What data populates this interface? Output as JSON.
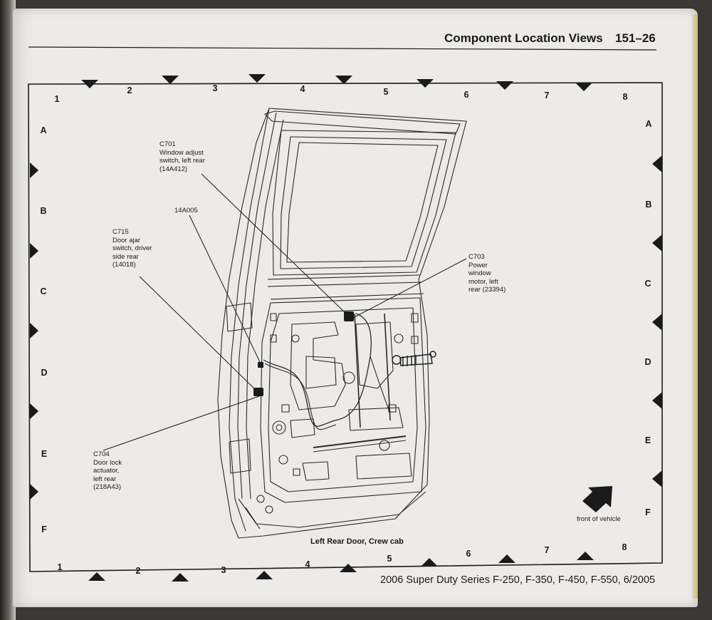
{
  "header": {
    "title": "Component Location Views",
    "page_number": "151–26"
  },
  "footer": {
    "publication": "2006 Super Duty Series F-250, F-350, F-450, F-550, 6/2005"
  },
  "grid": {
    "columns": [
      "1",
      "2",
      "3",
      "4",
      "5",
      "6",
      "7",
      "8"
    ],
    "rows": [
      "A",
      "B",
      "C",
      "D",
      "E",
      "F"
    ]
  },
  "callouts": {
    "c701": {
      "id": "C701",
      "lines": [
        "Window adjust",
        "switch, left rear",
        "(14A412)"
      ]
    },
    "p14a005": {
      "id": "14A005",
      "lines": []
    },
    "c715": {
      "id": "C715",
      "lines": [
        "Door ajar",
        "switch, driver",
        "side rear",
        "(14018)"
      ]
    },
    "c703": {
      "id": "C703",
      "lines": [
        "Power",
        "window",
        "motor, left",
        "rear (23394)"
      ]
    },
    "c704": {
      "id": "C704",
      "lines": [
        "Door lock",
        "actuator,",
        "left rear",
        "(218A43)"
      ]
    }
  },
  "diagram": {
    "caption": "Left Rear Door, Crew cab",
    "front_label": "front of vehicle",
    "front_arrow_icon": "arrow-up-right-icon"
  },
  "colors": {
    "paper": "#ecebe7",
    "ink": "#1a1a1a"
  }
}
